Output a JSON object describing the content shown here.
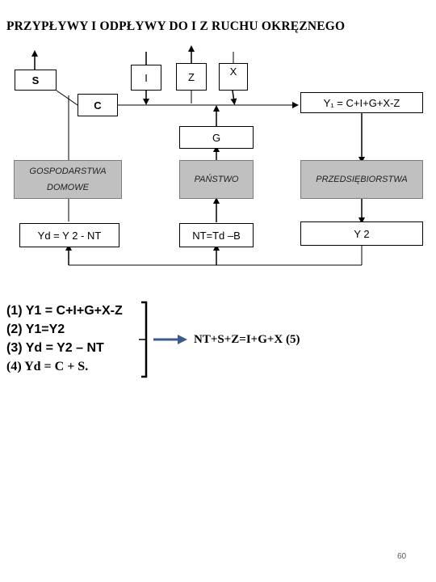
{
  "title": "PRZYPŁYWY I ODPŁYWY DO I Z RUCHU OKRĘZNEGO",
  "boxes": {
    "s": "S",
    "i": "I",
    "z": "Z",
    "x": "X",
    "c": "C",
    "y1": "Y₁ = C+I+G+X-Z",
    "g": "G",
    "households": "GOSPODARSTWA DOMOWE",
    "state": "PAŃSTWO",
    "firms": "PRZEDSIĘBIORSTWA",
    "yd": "Yd = Y 2 - NT",
    "nt": "NT=Td –B",
    "y2": "Y 2"
  },
  "equations": [
    "(1) Y1 = C+I+G+X-Z",
    "(2) Y1=Y2",
    "(3) Yd = Y2 – NT",
    "(4) Yd = C + S."
  ],
  "result": "NT+S+Z=I+G+X (5)",
  "page_number": "60"
}
